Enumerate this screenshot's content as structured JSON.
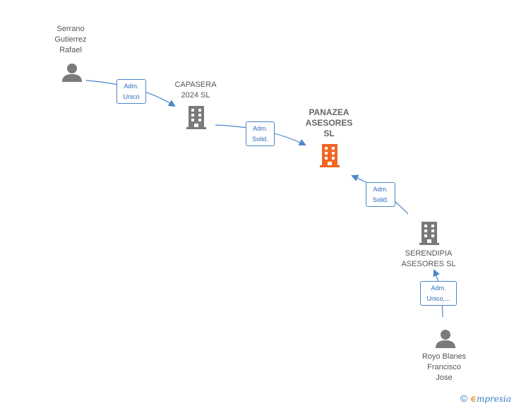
{
  "nodes": {
    "serrano": {
      "label": "Serrano\nGutierrez\nRafael",
      "type": "person"
    },
    "capasera": {
      "label": "CAPASERA\n2024  SL",
      "type": "company"
    },
    "panazea": {
      "label": "PANAZEA\nASESORES\nSL",
      "type": "company-main"
    },
    "serendipia": {
      "label": "SERENDIPIA\nASESORES  SL",
      "type": "company"
    },
    "royo": {
      "label": "Royo Blanes\nFrancisco\nJose",
      "type": "person"
    }
  },
  "edges": {
    "e1": {
      "line1": "Adm.",
      "line2": "Unico"
    },
    "e2": {
      "line1": "Adm.",
      "line2": "Solid."
    },
    "e3": {
      "line1": "Adm.",
      "line2": "Solid."
    },
    "e4": {
      "line1": "Adm.",
      "line2": "Unico,..."
    }
  },
  "colors": {
    "edge": "#4a86c8",
    "icon_default": "#7a7a7a",
    "icon_main": "#f26522"
  },
  "footer": {
    "copyright_symbol": "©",
    "brand_initial": "∈",
    "brand_rest": "mpresia"
  }
}
